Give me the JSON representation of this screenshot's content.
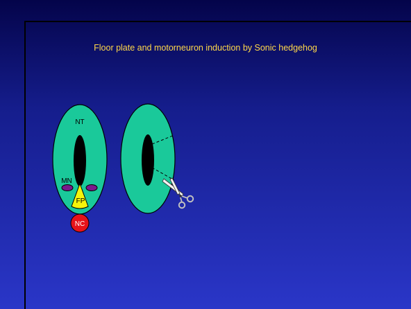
{
  "title": "Floor plate and motorneuron induction by Sonic hedgehog",
  "labels": {
    "nt": "NT",
    "mn": "MN",
    "fp": "FP",
    "nc": "NC"
  },
  "colors": {
    "neural_tube": "#1ac99a",
    "floor_plate": "#f5f50a",
    "notochord": "#e6121a",
    "motorneuron": "#7a1a8c",
    "title": "#ffd84a"
  },
  "icons": {
    "scissors": "scissors-icon"
  }
}
